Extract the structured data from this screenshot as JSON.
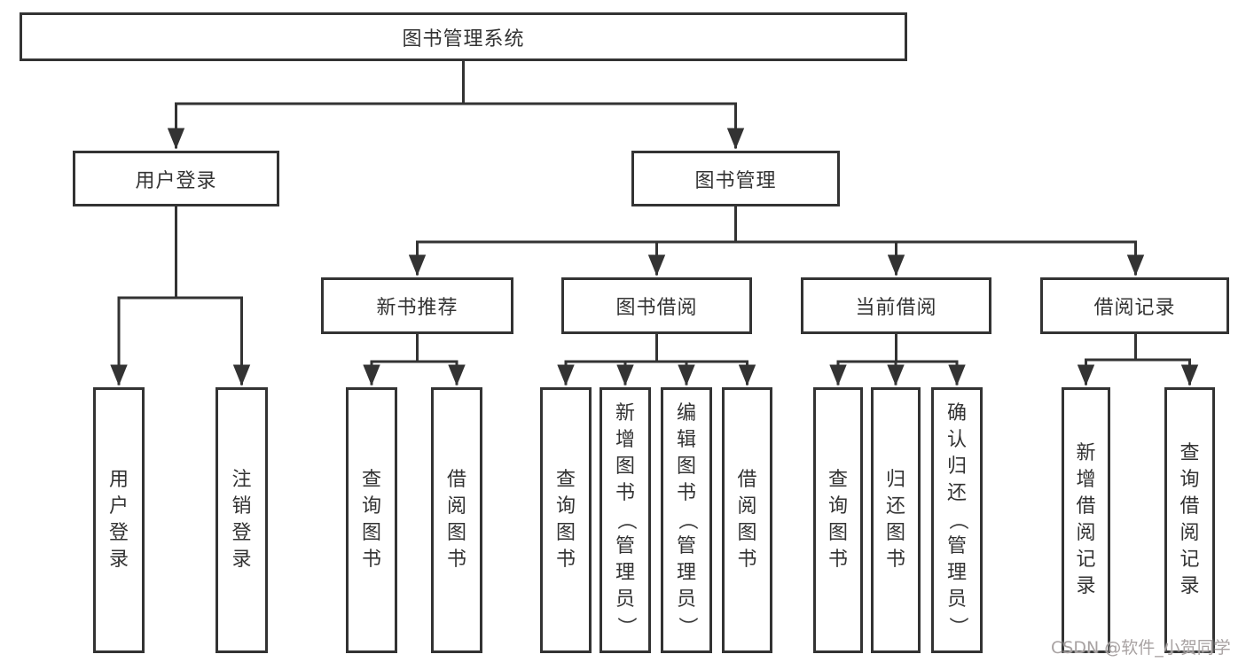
{
  "nodes": {
    "root": "图书管理系统",
    "level2": {
      "user_login": "用户登录",
      "book_management": "图书管理"
    },
    "level3": {
      "new_book_recommend": "新书推荐",
      "book_borrow": "图书借阅",
      "current_borrow": "当前借阅",
      "borrow_records": "借阅记录"
    },
    "leaves": {
      "user_login": "用户登录",
      "logout": "注销登录",
      "rec_query_books": "查询图书",
      "rec_borrow_books": "借阅图书",
      "bb_query_books": "查询图书",
      "bb_add_books": "新增图书（管理员）",
      "bb_edit_books": "编辑图书（管理员）",
      "bb_borrow_books": "借阅图书",
      "cb_query_books": "查询图书",
      "cb_return_books": "归还图书",
      "cb_confirm_return": "确认归还（管理员）",
      "br_add_record": "新增借阅记录",
      "br_query_record": "查询借阅记录"
    }
  },
  "watermark": "CSDN @软件_小贺同学",
  "colors": {
    "line": "#333333",
    "box_border": "#333333",
    "text": "#333333",
    "background": "#ffffff",
    "watermark": "#a8a2a2"
  }
}
